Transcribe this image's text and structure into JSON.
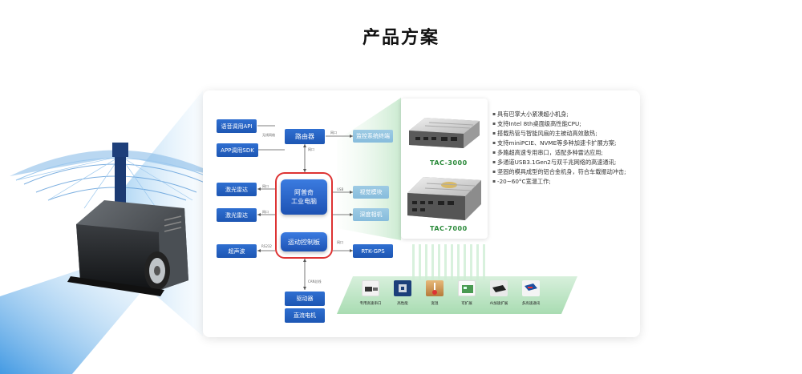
{
  "title": "产品方案",
  "left_modules": [
    {
      "label": "语音调用API"
    },
    {
      "label": "APP调用SDK"
    },
    {
      "label": "激光雷达"
    },
    {
      "label": "激光雷达"
    },
    {
      "label": "超声波"
    }
  ],
  "top_router": {
    "label": "路由器"
  },
  "right_modules": [
    {
      "label": "监控系统终端",
      "style": "light"
    },
    {
      "label": "视觉模块",
      "style": "light"
    },
    {
      "label": "深度相机",
      "style": "light"
    },
    {
      "label": "RTK-GPS",
      "style": "blue"
    }
  ],
  "core": {
    "computer_line1": "阿普奇",
    "computer_line2": "工业电脑",
    "controller": "运动控制板"
  },
  "bottom_modules": [
    {
      "label": "驱动器"
    },
    {
      "label": "直流电机"
    }
  ],
  "connection_labels": {
    "wireless": "无线网络",
    "net_port_top": "网口",
    "net_port_router": "网口",
    "usb": "USB",
    "net_port_right1": "网口",
    "net_port_right2": "网口",
    "rs_left": "RS232",
    "rs_right": "网口",
    "can": "CAN总线"
  },
  "products": [
    {
      "model": "TAC-3000"
    },
    {
      "model": "TAC-7000"
    }
  ],
  "features": [
    "具有巴掌大小紧凑超小机身;",
    "支持Intel 8th桌面级高性能CPU;",
    "搭载热管与智能风扇的主被动高效散热;",
    "支持miniPCIE、NVME等多种加速卡扩展方案;",
    "多路超高速专用串口，适配多种雷达应用;",
    "多通道USB3.1Gen2与双千兆网络的高速通讯;",
    "坚固的模具成型的铝合金机身，符合车载振动冲击;",
    "-20~60°C宽温工作;"
  ],
  "apps": [
    {
      "label": "专用高速串口",
      "icon": "serial-port-icon"
    },
    {
      "label": "高性能",
      "icon": "cpu-chip-icon"
    },
    {
      "label": "宽温",
      "icon": "thermometer-icon"
    },
    {
      "label": "可扩展",
      "icon": "expansion-icon"
    },
    {
      "label": "AI加速扩展",
      "icon": "ai-accelerator-icon"
    },
    {
      "label": "多高速通讯",
      "icon": "network-communication-icon"
    }
  ],
  "colors": {
    "accent_blue": "#1d56b3",
    "light_blue": "#8fc2df",
    "highlight_red": "#d33333",
    "green_label": "#2a8a3a"
  }
}
